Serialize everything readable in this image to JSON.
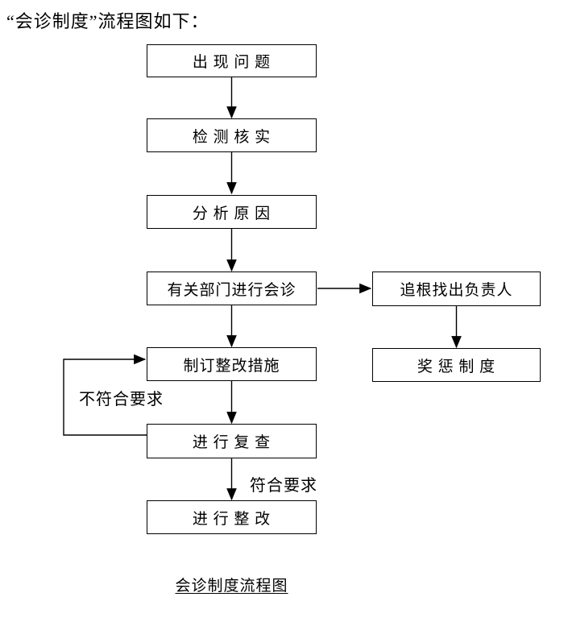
{
  "page": {
    "title": "“会诊制度”流程图如下：",
    "caption": "会诊制度流程图"
  },
  "flowchart": {
    "nodes": [
      {
        "id": "problem-occurs",
        "label": "出 现 问 题"
      },
      {
        "id": "detect-verify",
        "label": "检 测 核 实"
      },
      {
        "id": "analyze-cause",
        "label": "分 析 原 因"
      },
      {
        "id": "department-consultation",
        "label": "有关部门进行会诊"
      },
      {
        "id": "rectification-measures",
        "label": "制订整改措施"
      },
      {
        "id": "recheck",
        "label": "进 行 复 查"
      },
      {
        "id": "rectify",
        "label": "进 行 整 改"
      },
      {
        "id": "trace-responsible",
        "label": "追根找出负责人"
      },
      {
        "id": "reward-punishment",
        "label": "奖 惩 制 度"
      }
    ],
    "edge_labels": {
      "not_meet": "不符合要求",
      "meet": "符合要求"
    },
    "colors": {
      "line": "#000000",
      "text": "#000000",
      "background": "#ffffff"
    }
  }
}
